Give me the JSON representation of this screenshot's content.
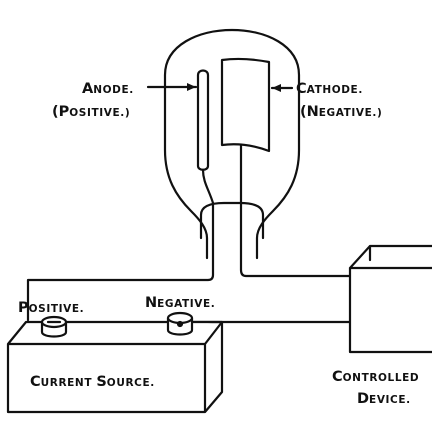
{
  "labels": {
    "anode_first": "A",
    "anode_rest": "NODE.",
    "anode_sub_first": "(P",
    "anode_sub_rest": "OSITIVE.)",
    "cathode_first": "C",
    "cathode_rest": "ATHODE.",
    "cathode_sub_first": "(N",
    "cathode_sub_rest": "EGATIVE.)",
    "positive_first": "P",
    "positive_rest": "OSITIVE.",
    "negative_first": "N",
    "negative_rest": "EGATIVE.",
    "source_first_1": "C",
    "source_rest_1": "URRENT ",
    "source_first_2": "S",
    "source_rest_2": "OURCE.",
    "device_first_1": "C",
    "device_rest_1": "ONTROLLED",
    "device_first_2": "D",
    "device_rest_2": "EVICE."
  }
}
